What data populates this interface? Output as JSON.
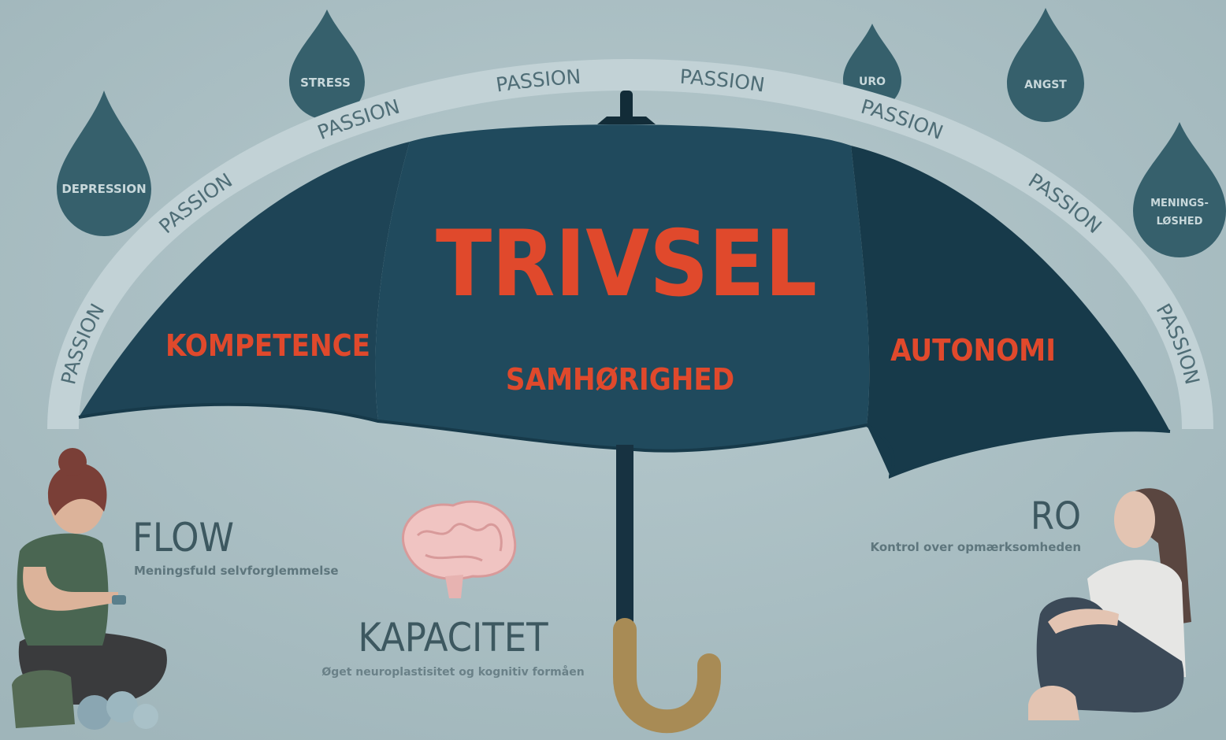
{
  "title": "TRIVSEL",
  "panels": {
    "left": "KOMPETENCE",
    "center": "SAMHØRIGHED",
    "right": "AUTONOMI"
  },
  "rim_label": "PASSION",
  "rim_labels": [
    "PASSION",
    "PASSION",
    "PASSION",
    "PASSION",
    "PASSION",
    "PASSION",
    "PASSION",
    "PASSION"
  ],
  "drops": {
    "depression": "DEPRESSION",
    "stress": "STRESS",
    "uro": "URO",
    "angst": "ANGST",
    "meningsloshed_line1": "MENINGS-",
    "meningsloshed_line2": "LØSHED"
  },
  "flow": {
    "title": "FLOW",
    "subtitle": "Meningsfuld selvforglemmelse"
  },
  "kapacitet": {
    "title": "KAPACITET",
    "subtitle": "Øget neuroplastisitet og kognitiv formåen"
  },
  "ro": {
    "title": "RO",
    "subtitle": "Kontrol over opmærksomheden"
  },
  "colors": {
    "background": "#a9bec3",
    "canopy": "#1e4456",
    "canopy_dark": "#173a4a",
    "accent": "#e0492c",
    "drop": "#36606c",
    "rim": "#c2d2d6",
    "text_dark": "#3d5860",
    "handle": "#a88b55"
  }
}
